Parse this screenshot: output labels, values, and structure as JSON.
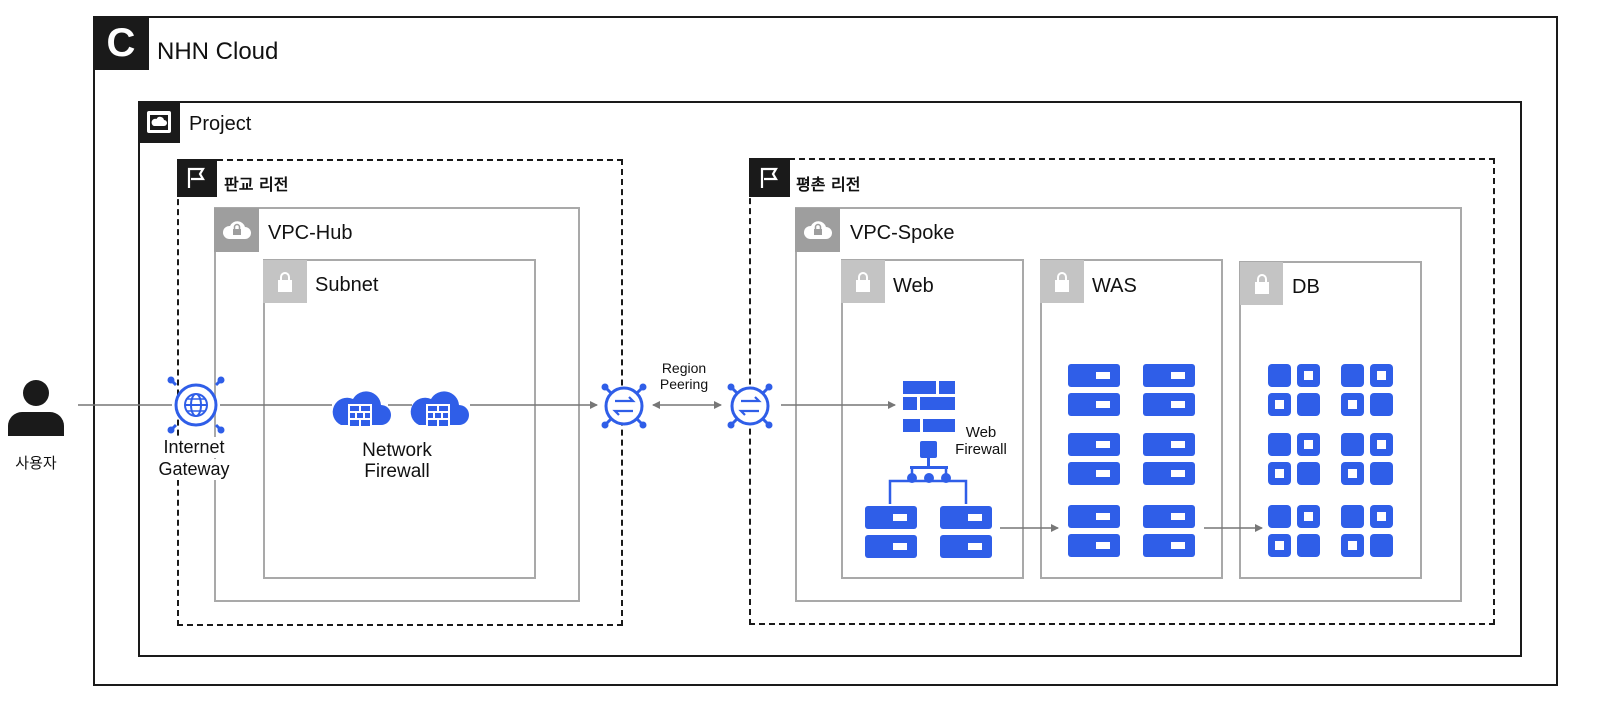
{
  "cloud": {
    "logo_letter": "C",
    "name": "NHN Cloud"
  },
  "project": {
    "label": "Project"
  },
  "regions": {
    "pangyo": {
      "label": "판교 리전"
    },
    "pyeongchon": {
      "label": "평촌 리전"
    }
  },
  "hub": {
    "vpc_label": "VPC-Hub",
    "subnet_label": "Subnet",
    "firewall_label_1": "Network",
    "firewall_label_2": "Firewall"
  },
  "spoke": {
    "vpc_label": "VPC-Spoke",
    "web_label": "Web",
    "was_label": "WAS",
    "db_label": "DB",
    "web_firewall_1": "Web",
    "web_firewall_2": "Firewall"
  },
  "user": {
    "label": "사용자"
  },
  "gateway": {
    "label_1": "Internet",
    "label_2": "Gateway"
  },
  "peering": {
    "label_1": "Region",
    "label_2": "Peering"
  },
  "colors": {
    "accent": "#2f5ee8",
    "dark": "#1a1a1a",
    "gray": "#a9a9a9",
    "tag_gray": "#9e9e9e",
    "tag_light": "#c4c4c4"
  }
}
